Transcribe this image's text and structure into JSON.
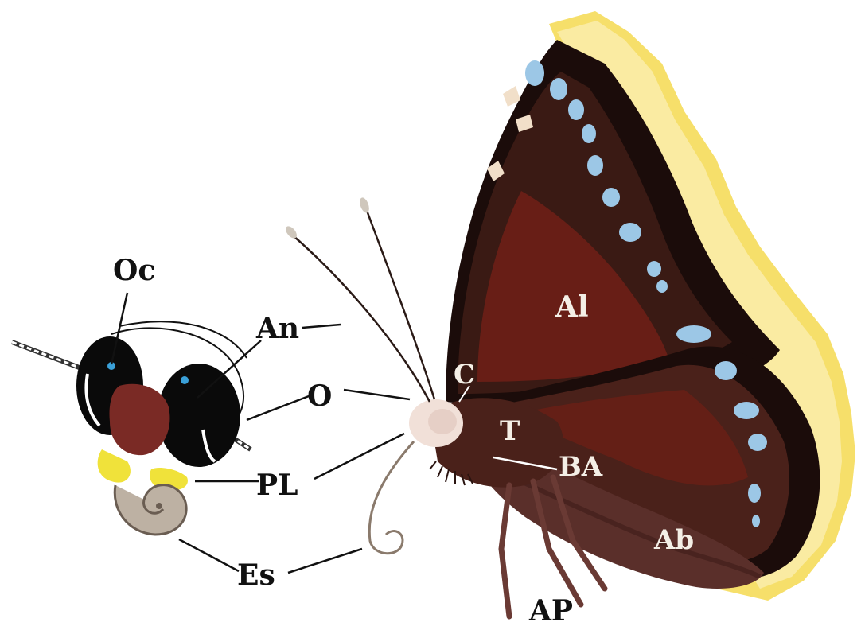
{
  "labels": {
    "oc": "Oc",
    "an": "An",
    "o": "O",
    "pl": "PL",
    "es": "Es",
    "c": "C",
    "t": "T",
    "ba": "BA",
    "al": "Al",
    "ab": "Ab",
    "ap": "AP"
  },
  "colors": {
    "wing_dark": "#3a1a14",
    "wing_red": "#6e1f16",
    "wing_border": "#1b0c0a",
    "wing_fringe": "#f6df6a",
    "wing_spots": "#9cc7e6",
    "body": "#5a2f2a",
    "head": "#f1e0d8",
    "eye": "#0a0a0a",
    "face": "#7a2a25",
    "palps": "#f0e23a",
    "proboscis": "#8a7a6c",
    "line": "#111111"
  }
}
